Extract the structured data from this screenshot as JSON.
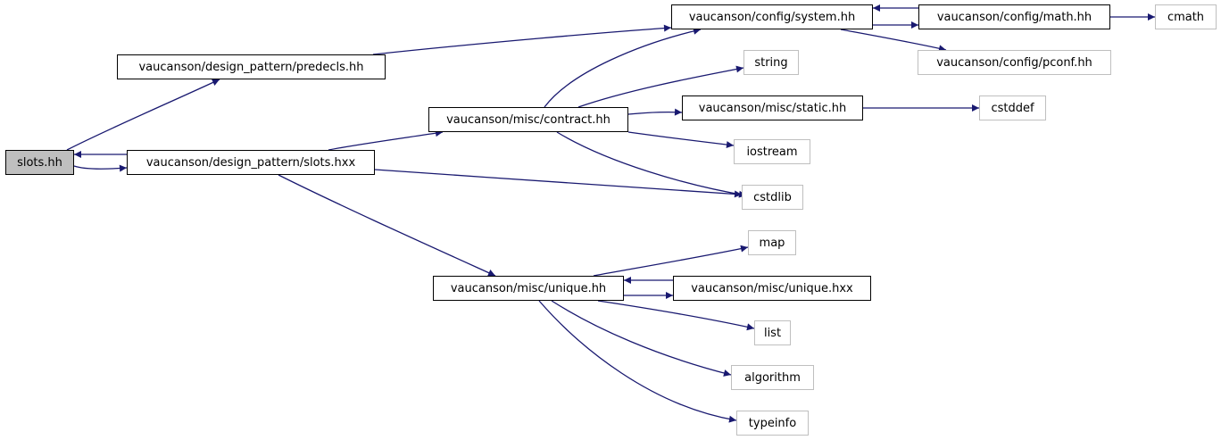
{
  "nodes": [
    {
      "id": "slots_hh",
      "label": "slots.hh",
      "kind": "root"
    },
    {
      "id": "slots_hxx",
      "label": "vaucanson/design_pattern/slots.hxx",
      "kind": "doc"
    },
    {
      "id": "predecls",
      "label": "vaucanson/design_pattern/predecls.hh",
      "kind": "doc"
    },
    {
      "id": "contract",
      "label": "vaucanson/misc/contract.hh",
      "kind": "doc"
    },
    {
      "id": "unique_hh",
      "label": "vaucanson/misc/unique.hh",
      "kind": "doc"
    },
    {
      "id": "system",
      "label": "vaucanson/config/system.hh",
      "kind": "doc"
    },
    {
      "id": "math",
      "label": "vaucanson/config/math.hh",
      "kind": "doc"
    },
    {
      "id": "cmath",
      "label": "cmath",
      "kind": "ext"
    },
    {
      "id": "pconf",
      "label": "vaucanson/config/pconf.hh",
      "kind": "ext"
    },
    {
      "id": "string",
      "label": "string",
      "kind": "ext"
    },
    {
      "id": "static",
      "label": "vaucanson/misc/static.hh",
      "kind": "doc"
    },
    {
      "id": "cstddef",
      "label": "cstddef",
      "kind": "ext"
    },
    {
      "id": "iostream",
      "label": "iostream",
      "kind": "ext"
    },
    {
      "id": "cstdlib",
      "label": "cstdlib",
      "kind": "ext"
    },
    {
      "id": "map",
      "label": "map",
      "kind": "ext"
    },
    {
      "id": "unique_hxx",
      "label": "vaucanson/misc/unique.hxx",
      "kind": "doc"
    },
    {
      "id": "list",
      "label": "list",
      "kind": "ext"
    },
    {
      "id": "algorithm",
      "label": "algorithm",
      "kind": "ext"
    },
    {
      "id": "typeinfo",
      "label": "typeinfo",
      "kind": "ext"
    }
  ],
  "edges": [
    {
      "from": "slots_hh",
      "to": "predecls"
    },
    {
      "from": "slots_hh",
      "to": "slots_hxx"
    },
    {
      "from": "slots_hxx",
      "to": "slots_hh"
    },
    {
      "from": "predecls",
      "to": "system"
    },
    {
      "from": "slots_hxx",
      "to": "contract"
    },
    {
      "from": "slots_hxx",
      "to": "cstdlib"
    },
    {
      "from": "slots_hxx",
      "to": "unique_hh"
    },
    {
      "from": "contract",
      "to": "system"
    },
    {
      "from": "contract",
      "to": "string"
    },
    {
      "from": "contract",
      "to": "static"
    },
    {
      "from": "contract",
      "to": "iostream"
    },
    {
      "from": "contract",
      "to": "cstdlib"
    },
    {
      "from": "system",
      "to": "math"
    },
    {
      "from": "math",
      "to": "system"
    },
    {
      "from": "math",
      "to": "cmath"
    },
    {
      "from": "system",
      "to": "pconf"
    },
    {
      "from": "static",
      "to": "cstddef"
    },
    {
      "from": "unique_hh",
      "to": "map"
    },
    {
      "from": "unique_hh",
      "to": "unique_hxx"
    },
    {
      "from": "unique_hxx",
      "to": "unique_hh"
    },
    {
      "from": "unique_hh",
      "to": "list"
    },
    {
      "from": "unique_hh",
      "to": "algorithm"
    },
    {
      "from": "unique_hh",
      "to": "typeinfo"
    }
  ],
  "colors": {
    "edge": "#191970",
    "doc_border": "#000000",
    "ext_border": "#bfbfbf",
    "root_fill": "#bfbfbf"
  }
}
